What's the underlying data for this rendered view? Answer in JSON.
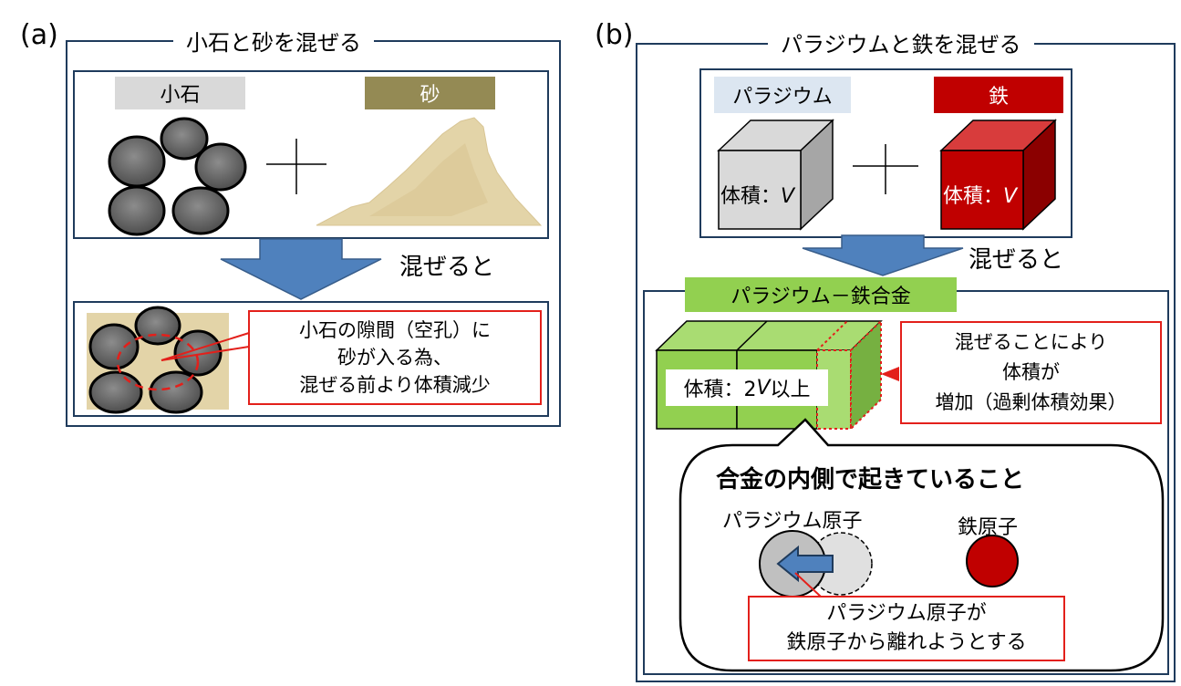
{
  "panel_a": {
    "letter": "(a)",
    "title": "小石と砂を混ぜる",
    "pebbles_label": "小石",
    "sand_label": "砂",
    "mix_text": "混ぜると",
    "note_lines": [
      "小石の隙間（空孔）に",
      "砂が入る為、",
      "混ぜる前より体積減少"
    ]
  },
  "panel_b": {
    "letter": "(b)",
    "title": "パラジウムと鉄を混ぜる",
    "palladium_label": "パラジウム",
    "iron_label": "鉄",
    "volume_prefix": "体積：",
    "volume_symbol": "V",
    "mix_text": "混ぜると",
    "alloy_label": "パラジウム－鉄合金",
    "alloy_volume_prefix": "体積：2",
    "alloy_volume_symbol": "V",
    "alloy_volume_suffix": "以上",
    "excess_note_lines": [
      "混ぜることにより",
      "体積が",
      "増加（過剰体積効果）"
    ],
    "inside_title": "合金の内側で起きていること",
    "pd_atom_label": "パラジウム原子",
    "fe_atom_label": "鉄原子",
    "atom_note_lines": [
      "パラジウム原子が",
      "鉄原子から離れようとする"
    ]
  },
  "colors": {
    "frame": "#1f3b5c",
    "arrow_blue": "#4f81bd",
    "pebble_label_bg": "#d9d9d9",
    "sand_label_bg": "#948a54",
    "pd_label_bg": "#dce6f1",
    "iron_red": "#c00000",
    "alloy_green": "#92d050",
    "note_red": "#e3201b"
  }
}
